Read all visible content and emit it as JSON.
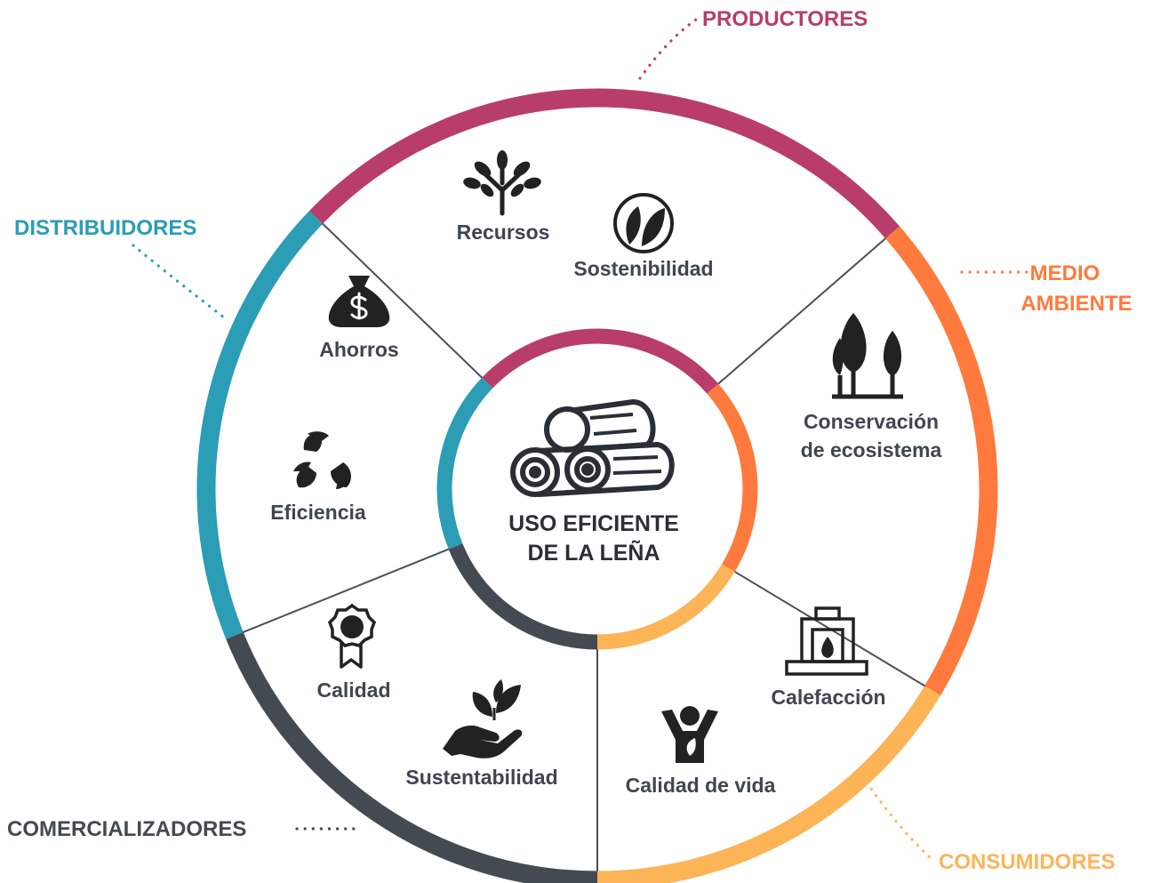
{
  "center": {
    "title_line1": "USO EFICIENTE",
    "title_line2": "DE LA LEÑA",
    "icon": "firewood-logs-icon"
  },
  "stakeholders": {
    "productores": {
      "label": "PRODUCTORES",
      "color": "#b93d6b"
    },
    "medio_ambiente": {
      "label_line1": "MEDIO",
      "label_line2": "AMBIENTE",
      "color": "#ff7a3c"
    },
    "consumidores": {
      "label": "CONSUMIDORES",
      "color": "#fdb457"
    },
    "comercializadores": {
      "label": "COMERCIALIZADORES",
      "color": "#434a52"
    },
    "distribuidores": {
      "label": "DISTRIBUIDORES",
      "color": "#2b9db5"
    }
  },
  "segments": {
    "productores": [
      {
        "label": "Recursos",
        "icon": "tree-icon"
      },
      {
        "label": "Sostenibilidad",
        "icon": "leaves-circle-icon"
      }
    ],
    "medio_ambiente": [
      {
        "label_line1": "Conservación",
        "label_line2": "de ecosistema",
        "icon": "forest-icon"
      }
    ],
    "consumidores": [
      {
        "label": "Calefacción",
        "icon": "fireplace-icon"
      },
      {
        "label": "Calidad de vida",
        "icon": "person-leaf-icon"
      }
    ],
    "comercializadores": [
      {
        "label": "Calidad",
        "icon": "award-badge-icon"
      },
      {
        "label": "Sustentabilidad",
        "icon": "hand-plant-icon"
      }
    ],
    "distribuidores": [
      {
        "label": "Ahorros",
        "icon": "money-bag-icon"
      },
      {
        "label": "Eficiencia",
        "icon": "recycle-leaves-icon"
      }
    ]
  }
}
